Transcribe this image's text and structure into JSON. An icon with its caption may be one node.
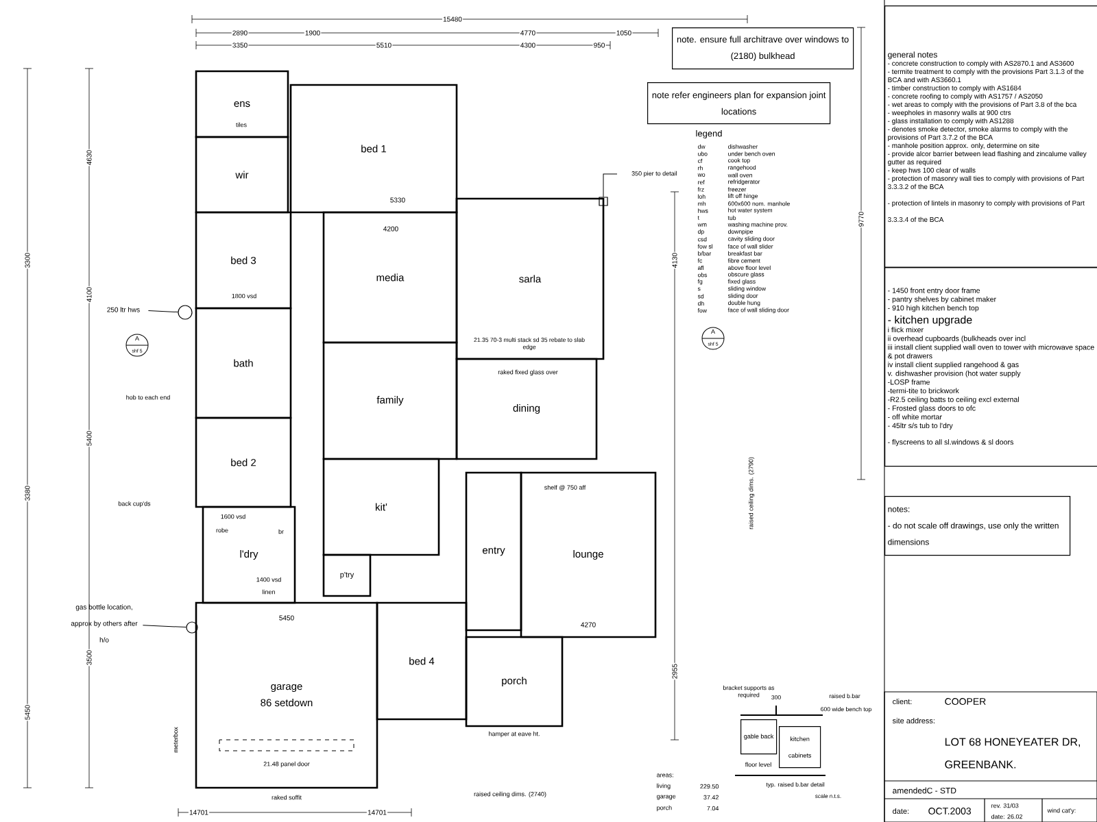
{
  "diagram": {
    "nodes": [
      {
        "text": [
          "note. ensure full architrave over windows to (2180) bulkhead"
        ]
      },
      {
        "text": [
          "note refer engineers plan for expansion joint locations"
        ]
      },
      {
        "text": [
          "general notes",
          "- concrete construction to comply with AS2870.1 and AS3600",
          "- termite treatment to comply with the provisions Part 3.1.3 of the BCA and with AS3660.1",
          "- timber construction to comply with AS1684",
          "- concrete roofing to comply with AS1757 / AS2050",
          "- wet areas to comply with the provisions of Part 3.8 of the bca",
          "- weepholes in masonry walls at 900 ctrs",
          "- glass installation to comply with AS1288",
          "- denotes smoke detector, smoke alarms to comply with the provisions of Part 3.7.2 of the BCA",
          "- manhole position approx. only, determine on site",
          "- provide alcor barrier between lead flashing and zincalume valley gutter as required",
          "- keep hws 100 clear of walls",
          "- protection of masonry wall ties to comply with provisions of Part 3.3.3.2 of the BCA",
          "- protection of lintels in masonry to comply with provisions of Part 3.3.3.4 of the BCA"
        ]
      },
      {
        "text": [
          "- 1450 front entry door frame",
          "- pantry shelves by cabinet maker",
          "- 910 high kitchen bench top",
          "- kitchen upgrade",
          "i flick mixer",
          "ii overhead cupboards (bulkheads over incl",
          "iii install client supplied wall oven to tower with microwave space & pot drawers",
          "iv install client supplied rangehood & gas",
          "v. dishwasher provision (hot water supply",
          "-LOSP frame",
          "-termi-tite to brickwork",
          "-R2.5 ceiling batts to ceiling excl external",
          "- Frosted glass doors to ofc",
          "- off white mortar",
          "- 45ltr s/s tub to l'dry",
          "- flyscreens to all sl.windows & sl doors"
        ]
      },
      {
        "text": [
          "ens"
        ]
      },
      {
        "text": [
          "wir"
        ]
      },
      {
        "text": [
          "bed 1"
        ]
      },
      {
        "text": [
          "bed 3"
        ]
      },
      {
        "text": [
          "media"
        ]
      },
      {
        "text": [
          "sarla"
        ]
      },
      {
        "text": [
          "bath"
        ]
      },
      {
        "text": [
          "family"
        ]
      },
      {
        "text": [
          "dining"
        ]
      },
      {
        "text": [
          "bed 2"
        ]
      },
      {
        "text": [
          "kit'"
        ]
      },
      {
        "text": [
          "l'dry"
        ]
      },
      {
        "text": [
          "p'try"
        ]
      },
      {
        "text": [
          "entry"
        ]
      },
      {
        "text": [
          "lounge"
        ]
      },
      {
        "text": [
          "garage",
          "86 setdown"
        ]
      },
      {
        "text": [
          "bed 4"
        ]
      },
      {
        "text": [
          "porch"
        ]
      },
      {
        "text": [
          "notes:",
          "- do not scale off drawings, use only the written dimensions"
        ]
      },
      {
        "text": [
          "gable back"
        ]
      },
      {
        "text": [
          "kitchen cabinets"
        ]
      },
      {
        "text": [
          "350 pier to detail"
        ]
      },
      {
        "text": [],
        "shape": "box"
      },
      {
        "text": [
          "250 ltr hws"
        ]
      },
      {
        "text": [],
        "shape": "circle"
      },
      {
        "text": [
          "gas bottle location, approx by others after h/o"
        ]
      },
      {
        "text": [],
        "shape": "circle"
      }
    ],
    "edges": [
      {
        "from": 25,
        "to": 26,
        "arrow": "none"
      },
      {
        "from": 27,
        "to": 28,
        "arrow": "none"
      },
      {
        "from": 29,
        "to": 30,
        "arrow": "none"
      }
    ],
    "labels": [
      "15480",
      "2890",
      "1900",
      "4770",
      "1050",
      "3350",
      "5510",
      "4300",
      "950",
      "4630",
      "3300",
      "4100",
      "5400",
      "3380",
      "3500",
      "5450",
      "5330",
      "4200",
      "5450",
      "4270",
      "4130",
      "9770",
      "2955",
      "14701",
      "14701",
      "A",
      "shf 5",
      "A",
      "shf 5",
      "tiles",
      "1800 vsd",
      "hob to each end",
      "back cup'ds",
      "1600 vsd",
      "robe",
      "br",
      "linen",
      "1400 vsd",
      "raked fixed glass over",
      "21.35 70-3 multi stack sd 35 rebate to slab edge",
      "shelf @ 750 aff",
      "hamper at eave ht.",
      "21.48 panel door",
      "raked soffit",
      "meterbox",
      "raised ceiling dims. (2740)",
      "raised ceiling dims. (2790)",
      "bracket supports as required",
      "300",
      "raised b.bar",
      "600 wide bench top",
      "floor level",
      "typ. raised b.bar detail",
      "scale n.t.s.",
      "areas:",
      "living",
      "229.50",
      "garage",
      "37.42",
      "porch",
      "7.04",
      "legend",
      "dw",
      "dishwasher",
      "ubo",
      "under bench oven",
      "cf",
      "cook top",
      "rh",
      "rangehood",
      "wo",
      "wall oven",
      "ref",
      "refridgerator",
      "frz",
      "freezer",
      "loh",
      "lift off hinge",
      "mh",
      "600x600 nom. manhole",
      "hws",
      "hot water system",
      "t",
      "tub",
      "wm",
      "washing machine prov.",
      "dp",
      "downpipe",
      "csd",
      "cavity sliding door",
      "fow sl",
      "face of wall slider",
      "b/bar",
      "breakfast bar",
      "fc",
      "fibre cement",
      "afl",
      "above floor level",
      "obs",
      "obscure glass",
      "fg",
      "fixed glass",
      "s",
      "sliding window",
      "sd",
      "sliding door",
      "dh",
      "double hung",
      "fow",
      "face of wall sliding door",
      "client:",
      "COOPER",
      "site address:",
      "LOT 68 HONEYEATER DR,",
      "GREENBANK.",
      "amendedC - STD",
      "date:",
      "OCT.2003",
      "rev. 31/03",
      "date: 26.02",
      "wind cat'y:"
    ]
  }
}
